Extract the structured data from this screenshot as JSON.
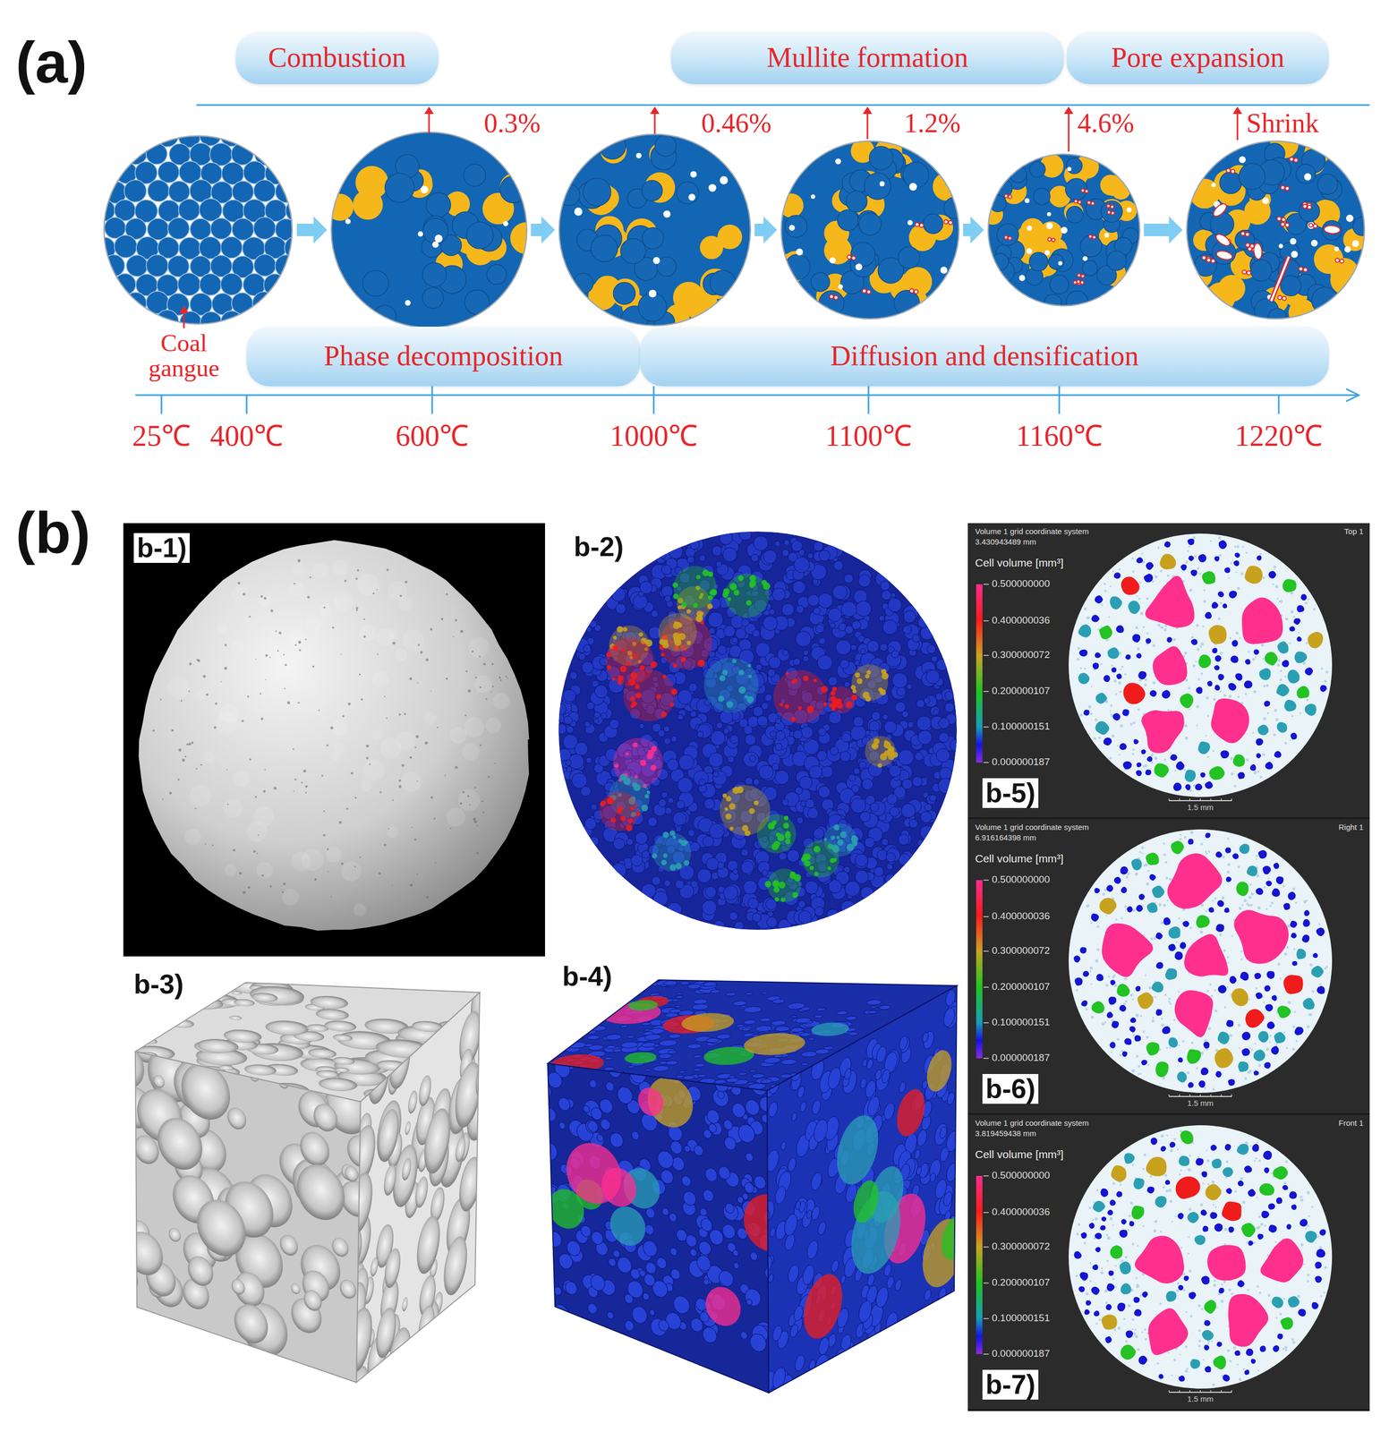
{
  "diagram": {
    "nodes": [
      {
        "text": [
          "Combustion"
        ]
      },
      {
        "text": [
          "Mullite formation"
        ]
      },
      {
        "text": [
          "Pore expansion"
        ]
      },
      {
        "text": [
          "Phase decomposition"
        ]
      },
      {
        "text": [
          "Diffusion and densification"
        ]
      }
    ],
    "labels": [
      "(a)",
      "0.3%",
      "0.46%",
      "1.2%",
      "4.6%",
      "Shrink",
      "Coal gangue",
      "25℃",
      "400℃",
      "600℃",
      "1000℃",
      "1100℃",
      "1160℃",
      "1220℃",
      "(b)",
      "b-1)",
      "b-2)",
      "b-3)",
      "b-4)",
      "Volume 1 grid coordinate system",
      "3.430943489 mm",
      "Top 1",
      "Cell volume [mm³]",
      "0.500000000",
      "0.400000036",
      "0.300000072",
      "0.200000107",
      "0.100000151",
      "0.000000187",
      "b-5)",
      "1.5 mm",
      "Volume 1 grid coordinate system",
      "6.916164398 mm",
      "Right 1",
      "Cell volume [mm³]",
      "0.500000000",
      "0.400000036",
      "0.300000072",
      "0.200000107",
      "0.100000151",
      "0.000000187",
      "b-6)",
      "1.5 mm",
      "Volume 1 grid coordinate system",
      "3.819459438 mm",
      "Front 1",
      "Cell volume [mm³]",
      "0.500000000",
      "0.400000036",
      "0.300000072",
      "0.200000107",
      "0.100000151",
      "0.000000187",
      "b-7)",
      "1.5 mm"
    ]
  }
}
